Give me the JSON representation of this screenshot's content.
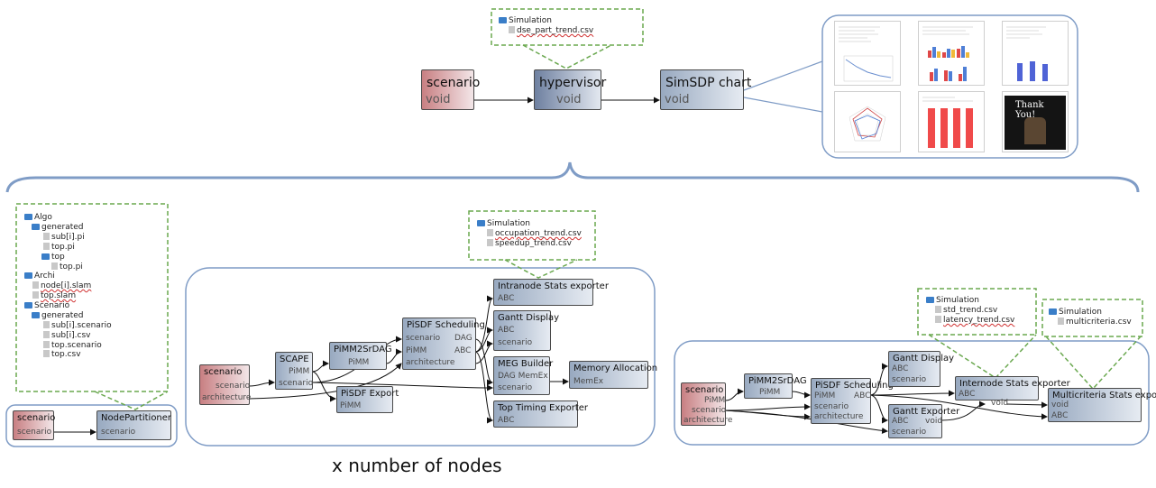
{
  "top": {
    "tree": [
      "Simulation",
      "dse_part_trend.csv"
    ],
    "scenario": {
      "title": "scenario",
      "port": "void"
    },
    "hypervisor": {
      "title": "hypervisor",
      "port": "void"
    },
    "chart": {
      "title": "SimSDP chart",
      "port": "void"
    },
    "thanks_text": "Thank You!"
  },
  "left": {
    "tree": [
      "Algo",
      "generated",
      "sub[i].pi",
      "top.pi",
      "top",
      "top.pi",
      "Archi",
      "node[i].slam",
      "top.slam",
      "Scenario",
      "generated",
      "sub[i].scenario",
      "sub[i].csv",
      "top.scenario",
      "top.csv"
    ],
    "scenario": {
      "title": "scenario",
      "port": "scenario"
    },
    "partitioner": {
      "title": "NodePartitioner",
      "port": "scenario"
    }
  },
  "mid": {
    "tree": [
      "Simulation",
      "occupation_trend.csv",
      "speedup_trend.csv"
    ],
    "scenario": {
      "title": "scenario",
      "ports": [
        "scenario",
        "architecture"
      ]
    },
    "scape": {
      "title": "SCAPE",
      "ports": [
        "PiMM",
        "scenario"
      ]
    },
    "pimm2sr": {
      "title": "PiMM2SrDAG",
      "ports": [
        "PiMM"
      ]
    },
    "export": {
      "title": "PiSDF Export",
      "ports": [
        "PiMM"
      ]
    },
    "sched": {
      "title": "PiSDF Scheduling",
      "in": [
        "scenario",
        "PiMM",
        "architecture"
      ],
      "out": [
        "DAG",
        "ABC"
      ]
    },
    "intranode": {
      "title": "Intranode Stats exporter",
      "ports": [
        "ABC"
      ]
    },
    "gantt": {
      "title": "Gantt Display",
      "ports": [
        "ABC",
        "scenario"
      ]
    },
    "meg": {
      "title": "MEG Builder",
      "ports": [
        "DAG MemEx",
        "scenario"
      ]
    },
    "memalloc": {
      "title": "Memory Allocation",
      "ports": [
        "MemEx"
      ]
    },
    "timing": {
      "title": "Top Timing Exporter",
      "ports": [
        "ABC"
      ]
    }
  },
  "right": {
    "tree1": [
      "Simulation",
      "std_trend.csv",
      "latency_trend.csv"
    ],
    "tree2": [
      "Simulation",
      "multicriteria.csv"
    ],
    "scenario": {
      "title": "scenario",
      "ports": [
        "PiMM",
        "scenario",
        "architecture"
      ]
    },
    "pimm2sr": {
      "title": "PiMM2SrDAG",
      "ports": [
        "PiMM"
      ]
    },
    "sched": {
      "title": "PiSDF Scheduling",
      "in": [
        "PiMM",
        "scenario",
        "architecture"
      ],
      "out": [
        "ABC"
      ]
    },
    "gantt": {
      "title": "Gantt Display",
      "ports": [
        "ABC",
        "scenario"
      ]
    },
    "gexp": {
      "title": "Gantt Exporter",
      "in": [
        "ABC",
        "scenario"
      ],
      "out": [
        "void"
      ]
    },
    "internode": {
      "title": "Internode Stats exporter",
      "ports": [
        "ABC"
      ],
      "out": "void"
    },
    "multi": {
      "title": "Multicriteria Stats exporter",
      "ports": [
        "void",
        "ABC"
      ]
    }
  },
  "caption": "x number of nodes",
  "colors": {
    "block": "#98a9c0",
    "scenario_block": "#c87f82",
    "group_border": "#7f9cc6",
    "tree_border": "#6aa84f",
    "folder": "#3a7ec8"
  }
}
